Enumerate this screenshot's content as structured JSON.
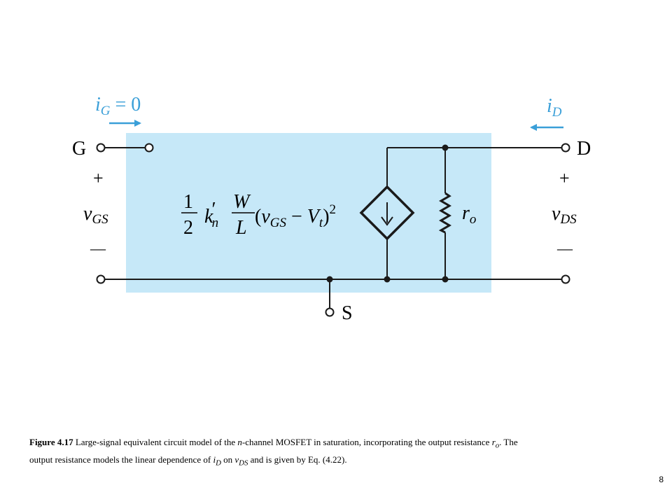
{
  "diagram": {
    "title": "",
    "terminals": {
      "gate": "G",
      "drain": "D",
      "source": "S"
    },
    "currents": {
      "gate": {
        "sym": "i",
        "sub": "G",
        "rest": " = 0"
      },
      "drain": {
        "sym": "i",
        "sub": "D"
      }
    },
    "voltages": {
      "vgs": {
        "plus": "+",
        "sym": "v",
        "sub": "GS",
        "minus": "—"
      },
      "vds": {
        "plus": "+",
        "sym": "v",
        "sub": "DS",
        "minus": "—"
      }
    },
    "expression": {
      "num": "1",
      "den": "2",
      "k": "k",
      "prime": "′",
      "k_sub": "n",
      "frac_num": "W",
      "frac_den": "L",
      "open": "(",
      "v": "v",
      "v_sub": "GS",
      "mid": " − ",
      "V": "V",
      "V_sub": "t",
      "close": ")",
      "exp": "2"
    },
    "resistor": {
      "sym": "r",
      "sub": "o"
    },
    "colors": {
      "shade": "#c6e8f8",
      "arrow": "#3a9fd8",
      "wire": "#1a1a1a"
    }
  },
  "caption": {
    "label": "Figure 4.17",
    "t1": "  Large-signal equivalent circuit model of the ",
    "n": "n",
    "t2": "-channel MOSFET in saturation, incorporating the output resistance ",
    "ro_sym": "r",
    "ro_sub": "o",
    "t3": ". The output resistance models the linear dependence of ",
    "id_sym": "i",
    "id_sub": "D",
    "t4": " on ",
    "vds_sym": "v",
    "vds_sub": "DS",
    "t5": " and is given by Eq. (4.22)."
  },
  "page_number": "8"
}
